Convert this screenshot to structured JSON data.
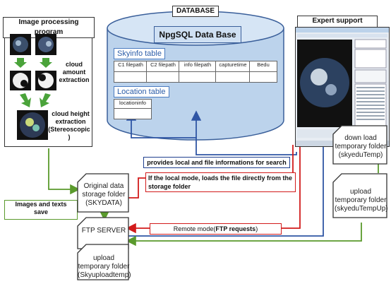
{
  "image_processing": {
    "title": "Image processing program",
    "cloud_amount": "cloud amount extraction",
    "cloud_height_l1": "cloud height",
    "cloud_height_l2": "extraction",
    "cloud_height_l3": "(Stereoscopic )"
  },
  "database": {
    "title": "DATABASE",
    "db_name": "NpgSQL Data Base",
    "skyinfo_label": "Skyinfo table",
    "skyinfo_columns": [
      "C1 filepath",
      "C2 filepath",
      "info filepath",
      "capturetime",
      "Bedu"
    ],
    "location_label": "Location table",
    "location_columns": [
      "locationinfo"
    ]
  },
  "expert": {
    "title": "Expert support program"
  },
  "storage": {
    "original_l1": "Original data",
    "original_l2": "storage folder",
    "original_l3": "(SKYDATA)",
    "ftp": "FTP SERVER",
    "upload_l1": "upload",
    "upload_l2": "temporary folder",
    "upload_l3": "(Skyuploadtemp)",
    "download_l1": "down load",
    "download_l2": "temporary folder",
    "download_l3": "(skyeduTemp)",
    "expert_upload_l1": "upload",
    "expert_upload_l2": "temporary folder",
    "expert_upload_l3": "(skyeduTempUp)"
  },
  "annotations": {
    "provides": "provides local and file informations for search",
    "local_mode_l1": "If the local mode, loads the file directly from the",
    "local_mode_l2": "storage folder",
    "images_texts_l1": "Images and texts",
    "images_texts_l2": "save",
    "remote_prefix": "Remote mode(",
    "remote_bold": "FTP requests",
    "remote_suffix": ")"
  },
  "colors": {
    "red": "#d21b1b",
    "blue": "#2f55a4",
    "green": "#5a9a2c",
    "cylinder_fill": "#bcd3ec",
    "cylinder_stroke": "#3a5f9a"
  }
}
